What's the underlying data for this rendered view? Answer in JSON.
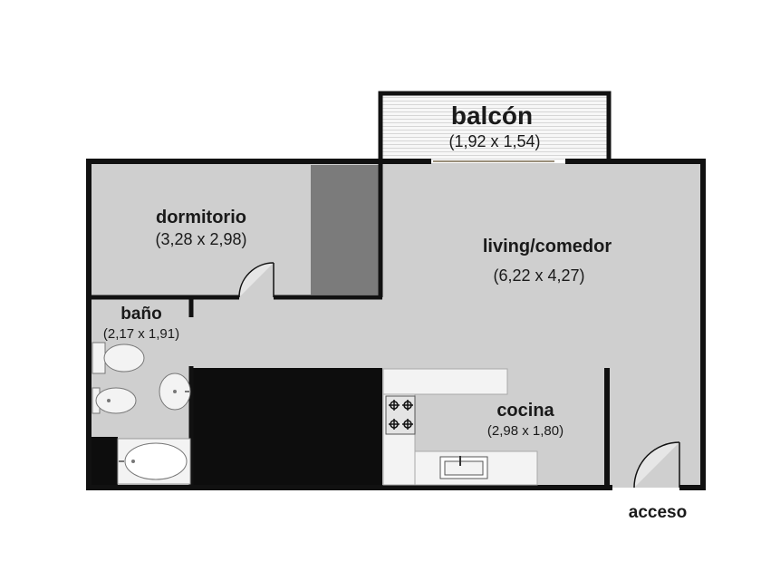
{
  "rooms": {
    "balcon": {
      "name": "balcón",
      "dims": "(1,92 x 1,54)"
    },
    "dormitorio": {
      "name": "dormitorio",
      "dims": "(3,28 x 2,98)"
    },
    "living": {
      "name": "living/comedor",
      "dims": "(6,22 x 4,27)"
    },
    "bano": {
      "name": "baño",
      "dims": "(2,17 x 1,91)"
    },
    "cocina": {
      "name": "cocina",
      "dims": "(2,98 x 1,80)"
    }
  },
  "entrance": {
    "label": "acceso"
  },
  "colors": {
    "floor": "#cfcfcf",
    "wall": "#111111",
    "closet": "#7b7b7b",
    "fixture": "#f3f3f3"
  }
}
